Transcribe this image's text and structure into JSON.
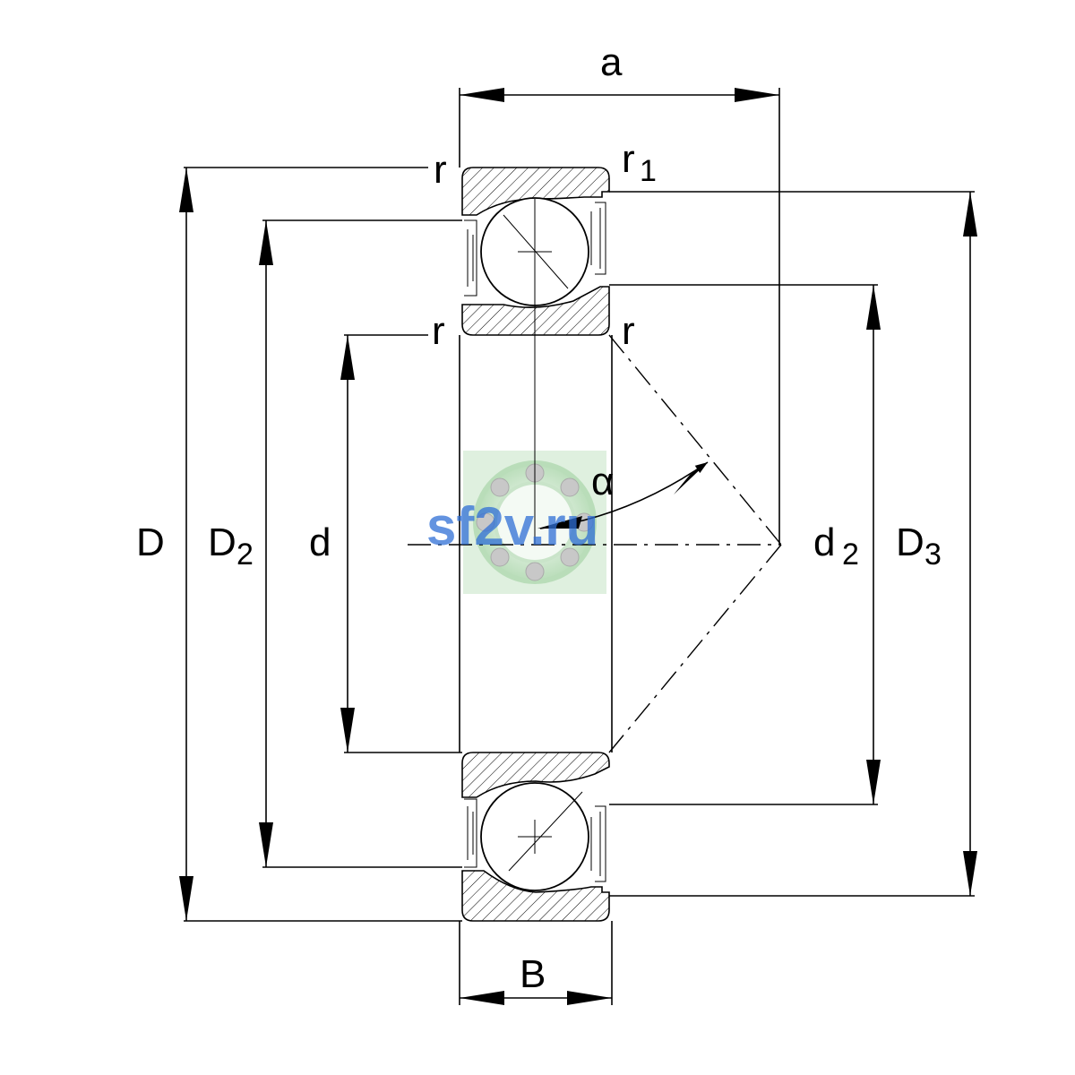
{
  "labels": {
    "a": "a",
    "r_top_left": "r",
    "r1": "r",
    "r1_sub": "1",
    "r_inner_left": "r",
    "r_inner_right": "r",
    "D": "D",
    "D2": "D",
    "D2_sub": "2",
    "d": "d",
    "alpha": "α",
    "d2": "d",
    "d2_sub": "2",
    "D3": "D",
    "D3_sub": "3",
    "B": "B"
  },
  "watermark": {
    "text": "sf2v.ru",
    "color": "#2f6fd6",
    "logo_tint": "#cfe8cf"
  }
}
